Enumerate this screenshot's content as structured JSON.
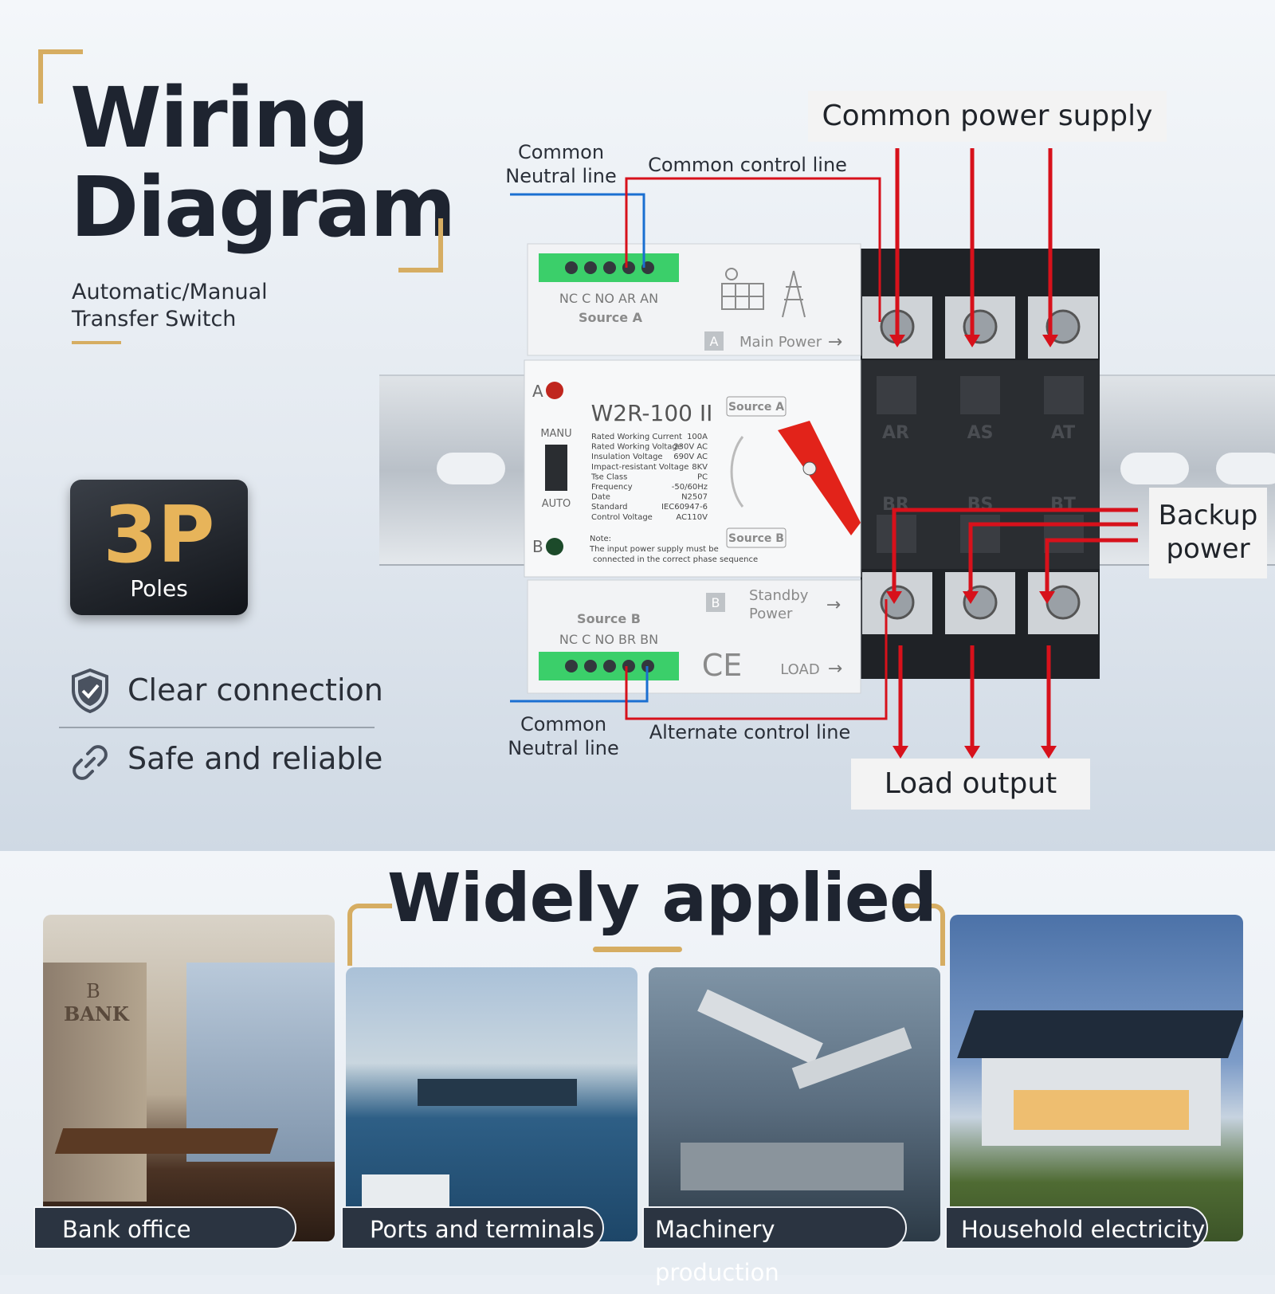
{
  "header": {
    "title_line1": "Wiring",
    "title_line2": "Diagram",
    "subtitle_line1": "Automatic/Manual",
    "subtitle_line2": "Transfer Switch"
  },
  "badge": {
    "big": "3P",
    "small": "Poles"
  },
  "features": [
    {
      "label": "Clear connection",
      "icon": "shield-check-icon"
    },
    {
      "label": "Safe and reliable",
      "icon": "link-icon"
    }
  ],
  "callouts": {
    "common_power_supply": "Common power supply",
    "common_neutral_top_1": "Common",
    "common_neutral_top_2": "Neutral line",
    "common_control_line": "Common control line",
    "backup_power_1": "Backup",
    "backup_power_2": "power",
    "common_neutral_bottom_1": "Common",
    "common_neutral_bottom_2": "Neutral line",
    "alternate_control_line": "Alternate control line",
    "load_output": "Load output"
  },
  "device": {
    "model": "W2R-100 II",
    "terminals_top": "NC C NO AR AN",
    "source_a": "Source A",
    "terminals_bottom": "NC C NO BR BN",
    "source_b": "Source B",
    "main_power_tag": "A",
    "main_power": "Main Power",
    "standby_tag": "B",
    "standby_1": "Standby",
    "standby_2": "Power",
    "load": "LOAD",
    "ce": "CE",
    "led_a": "A",
    "led_b": "B",
    "manu": "MANU",
    "auto": "AUTO",
    "source_a_chip": "Source A",
    "source_b_chip": "Source B",
    "spec_labels": [
      "Rated Working Current",
      "Rated Working Voltage",
      "Insulation Voltage",
      "Impact-resistant Voltage",
      "Tse Class",
      "Frequency",
      "Date",
      "Standard",
      "Control Voltage"
    ],
    "spec_values": [
      "100A",
      "230V AC",
      "690V AC",
      "8KV",
      "PC",
      "-50/60Hz",
      "N2507",
      "IEC60947-6",
      "AC110V"
    ],
    "note_1": "Note:",
    "note_2": "The input power supply must be",
    "note_3": "connected in the correct phase sequence",
    "poles_top": [
      "AR",
      "AS",
      "AT"
    ],
    "poles_bottom": [
      "BR",
      "BS",
      "BT"
    ]
  },
  "applied": {
    "title": "Widely applied",
    "items": [
      {
        "caption": "Bank office",
        "sign": "BANK",
        "sign_letter": "B"
      },
      {
        "caption": "Ports and terminals"
      },
      {
        "caption": "Machinery production"
      },
      {
        "caption": "Household electricity"
      }
    ]
  },
  "colors": {
    "accent_gold": "#d6ad62",
    "wire_red": "#d7111b",
    "wire_blue": "#1a6fd1",
    "terminal_green": "#3bcf6a"
  }
}
